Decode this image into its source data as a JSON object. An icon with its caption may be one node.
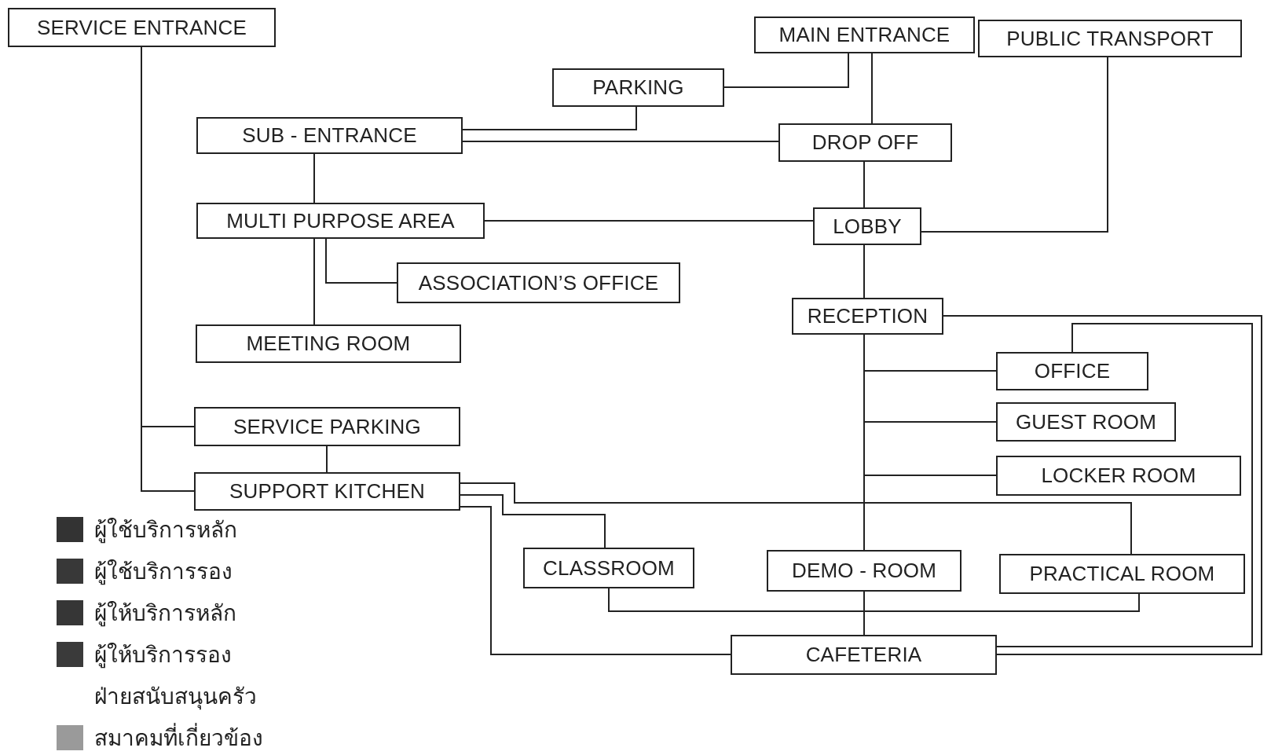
{
  "diagram": {
    "nodes": [
      {
        "text": [
          "SERVICE ENTRANCE"
        ]
      },
      {
        "text": [
          "MAIN ENTRANCE"
        ]
      },
      {
        "text": [
          "PUBLIC TRANSPORT"
        ]
      },
      {
        "text": [
          "PARKING"
        ]
      },
      {
        "text": [
          "SUB - ENTRANCE"
        ]
      },
      {
        "text": [
          "DROP OFF"
        ]
      },
      {
        "text": [
          "MULTI PURPOSE AREA"
        ]
      },
      {
        "text": [
          "LOBBY"
        ]
      },
      {
        "text": [
          "ASSOCIATION’S OFFICE"
        ]
      },
      {
        "text": [
          "RECEPTION"
        ]
      },
      {
        "text": [
          "MEETING ROOM"
        ]
      },
      {
        "text": [
          "OFFICE"
        ]
      },
      {
        "text": [
          "GUEST ROOM"
        ]
      },
      {
        "text": [
          "SERVICE PARKING"
        ]
      },
      {
        "text": [
          "LOCKER ROOM"
        ]
      },
      {
        "text": [
          "SUPPORT KITCHEN"
        ]
      },
      {
        "text": [
          "CLASSROOM"
        ]
      },
      {
        "text": [
          "DEMO - ROOM"
        ]
      },
      {
        "text": [
          "PRACTICAL ROOM"
        ]
      },
      {
        "text": [
          "CAFETERIA"
        ]
      }
    ],
    "edges": [
      {
        "from": 0,
        "to": 13,
        "arrow": "none"
      },
      {
        "from": 0,
        "to": 15,
        "arrow": "none"
      },
      {
        "from": 13,
        "to": 15,
        "arrow": "none"
      },
      {
        "from": 3,
        "to": 1,
        "arrow": "none"
      },
      {
        "from": 1,
        "to": 5,
        "arrow": "none"
      },
      {
        "from": 5,
        "to": 7,
        "arrow": "none"
      },
      {
        "from": 7,
        "to": 9,
        "arrow": "none"
      },
      {
        "from": 9,
        "to": 17,
        "arrow": "none"
      },
      {
        "from": 17,
        "to": 19,
        "arrow": "none"
      },
      {
        "from": 9,
        "to": 11,
        "arrow": "none"
      },
      {
        "from": 9,
        "to": 12,
        "arrow": "none"
      },
      {
        "from": 9,
        "to": 14,
        "arrow": "none"
      },
      {
        "from": 3,
        "to": 4,
        "arrow": "none"
      },
      {
        "from": 4,
        "to": 5,
        "arrow": "none"
      },
      {
        "from": 4,
        "to": 6,
        "arrow": "none"
      },
      {
        "from": 6,
        "to": 10,
        "arrow": "none"
      },
      {
        "from": 6,
        "to": 8,
        "arrow": "none"
      },
      {
        "from": 6,
        "to": 7,
        "arrow": "none"
      },
      {
        "from": 2,
        "to": 7,
        "arrow": "none"
      },
      {
        "from": 9,
        "to": 19,
        "arrow": "none"
      },
      {
        "from": 11,
        "to": 19,
        "arrow": "none"
      },
      {
        "from": 15,
        "to": 16,
        "arrow": "none"
      },
      {
        "from": 15,
        "to": 18,
        "arrow": "none"
      },
      {
        "from": 15,
        "to": 19,
        "arrow": "none"
      },
      {
        "from": 16,
        "to": 18,
        "arrow": "none"
      }
    ],
    "legend": [
      {
        "text": "ผู้ใช้บริการหลัก",
        "color": "#333333"
      },
      {
        "text": "ผู้ใช้บริการรอง",
        "color": "#383838"
      },
      {
        "text": "ผู้ให้บริการหลัก",
        "color": "#363636"
      },
      {
        "text": "ผู้ให้บริการรอง",
        "color": "#3a3a3a"
      },
      {
        "text": "ฝ่ายสนับสนุนครัว"
      },
      {
        "text": "สมาคมที่เกี่ยวข้อง",
        "color": "#9a9a9a"
      }
    ]
  }
}
